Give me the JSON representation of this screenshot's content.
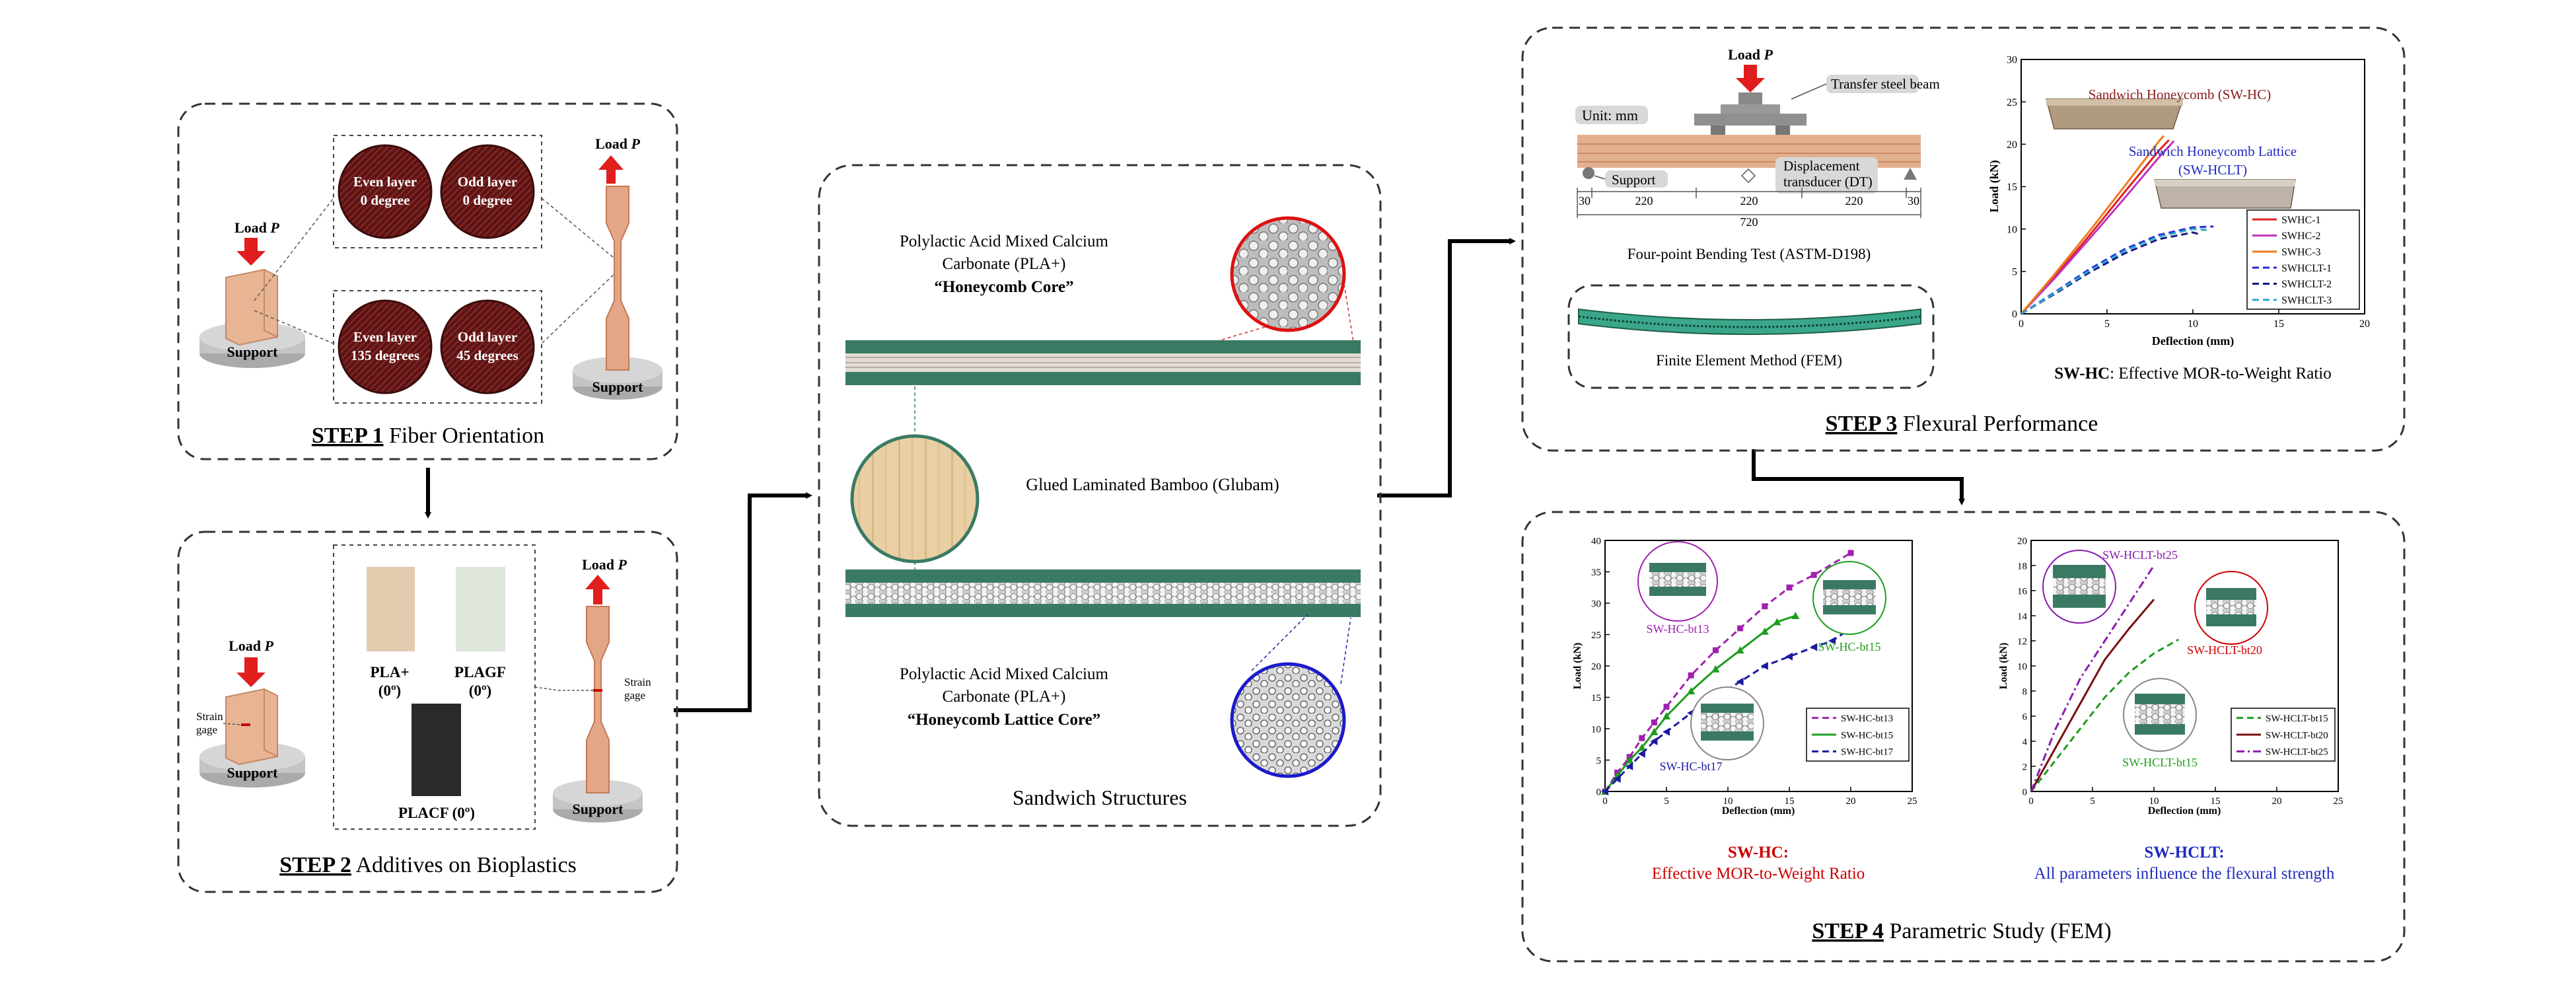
{
  "colors": {
    "panel_border": "#333333",
    "load_arrow": "#e01e1e",
    "wood": "#e3b08f",
    "wood_dark": "#c98a66",
    "support_gray": "#b9b9b9",
    "carbon": "#5c1414",
    "sandwich_green": "#3a7a63",
    "chart_red": "#cc0000",
    "chart_blue": "#1f2bbf",
    "chart_purple": "#8a1ab2",
    "chart_green": "#1e9c1e",
    "chart_darkred": "#7a0f0f",
    "hc_label_red": "#8b1a1a",
    "hclt_label_blue": "#1f2bbf"
  },
  "step1": {
    "title_bold": "STEP 1",
    "title_rest": "Fiber Orientation",
    "load_label": "Load",
    "load_symbol": "P",
    "support_label": "Support",
    "discs": [
      {
        "line1": "Even layer",
        "line2": "0 degree"
      },
      {
        "line1": "Odd layer",
        "line2": "0 degree"
      },
      {
        "line1": "Even layer",
        "line2": "135 degrees"
      },
      {
        "line1": "Odd layer",
        "line2": "45 degrees"
      }
    ]
  },
  "step2": {
    "title_bold": "STEP 2",
    "title_rest": "Additives on Bioplastics",
    "load_label": "Load",
    "load_symbol": "P",
    "support_label": "Support",
    "strain_gage_line1": "Strain",
    "strain_gage_line2": "gage",
    "materials": [
      {
        "name": "PLA+",
        "orientation": "(0º)"
      },
      {
        "name": "PLAGF",
        "orientation": "(0º)"
      },
      {
        "name": "PLACF (0º)",
        "orientation": ""
      }
    ]
  },
  "sandwich": {
    "hc_line1": "Polylactic Acid Mixed Calcium",
    "hc_line2": "Carbonate (PLA+)",
    "hc_core": "“Honeycomb Core”",
    "glubam": "Glued Laminated Bamboo (Glubam)",
    "hclt_line1": "Polylactic Acid Mixed Calcium",
    "hclt_line2": "Carbonate (PLA+)",
    "hclt_core": "“Honeycomb Lattice Core”",
    "title": "Sandwich Structures"
  },
  "step3": {
    "title_bold": "STEP 3",
    "title_rest": "Flexural Performance",
    "load_label": "Load",
    "load_symbol": "P",
    "unit": "Unit: mm",
    "transfer_beam": "Transfer steel beam",
    "support": "Support",
    "dt_line1": "Displacement",
    "dt_line2": "transducer (DT)",
    "dims": [
      "30",
      "220",
      "220",
      "220",
      "30"
    ],
    "total_span": "720",
    "bending_caption": "Four-point Bending Test (ASTM-D198)",
    "fem_caption": "Finite Element Method (FEM)",
    "chart_note_bold": "SW-HC",
    "chart_note_rest": ": Effective MOR-to-Weight Ratio",
    "hc_image_label": "Sandwich Honeycomb (SW-HC)",
    "hclt_image_label_line1": "Sandwich Honeycomb Lattice",
    "hclt_image_label_line2": "(SW-HCLT)"
  },
  "step4": {
    "title_bold": "STEP 4",
    "title_rest": "Parametric Study (FEM)",
    "left_title": "SW-HC:",
    "left_subtitle": "Effective MOR-to-Weight Ratio",
    "right_title": "SW-HCLT:",
    "right_subtitle": "All parameters influence the flexural strength",
    "left_callouts": [
      "SW-HC-bt13",
      "SW-HC-bt15",
      "SW-HC-bt17"
    ],
    "right_callouts": [
      "SW-HCLT-bt25",
      "SW-HCLT-bt20",
      "SW-HCLT-bt15"
    ]
  },
  "chart_data": [
    {
      "type": "line",
      "id": "step3-chart",
      "xlabel": "Deflection (mm)",
      "ylabel": "Load (kN)",
      "xlim": [
        0,
        20
      ],
      "ylim": [
        0,
        30
      ],
      "xticks": [
        0,
        5,
        10,
        15,
        20
      ],
      "yticks": [
        0,
        5,
        10,
        15,
        20,
        25,
        30
      ],
      "legend": "bottom-right",
      "series": [
        {
          "name": "SWHC-1",
          "color": "#dd2222",
          "dash": "solid",
          "points": [
            [
              0,
              0
            ],
            [
              2,
              4.5
            ],
            [
              4,
              9.3
            ],
            [
              6,
              14.3
            ],
            [
              8,
              19.2
            ],
            [
              8.6,
              20.5
            ]
          ]
        },
        {
          "name": "SWHC-2",
          "color": "#c133c1",
          "dash": "solid",
          "points": [
            [
              0,
              0
            ],
            [
              2,
              4.3
            ],
            [
              4,
              8.9
            ],
            [
              6,
              13.6
            ],
            [
              8,
              18.4
            ],
            [
              8.9,
              20.4
            ]
          ]
        },
        {
          "name": "SWHC-3",
          "color": "#f07a1a",
          "dash": "solid",
          "points": [
            [
              0,
              0
            ],
            [
              2,
              4.8
            ],
            [
              4,
              9.8
            ],
            [
              6,
              15.0
            ],
            [
              8,
              20.3
            ],
            [
              8.3,
              21.0
            ]
          ]
        },
        {
          "name": "SWHCLT-1",
          "color": "#2a2ad8",
          "dash": "dash",
          "points": [
            [
              0,
              0
            ],
            [
              2,
              2.6
            ],
            [
              4,
              5.3
            ],
            [
              6,
              7.6
            ],
            [
              8,
              9.3
            ],
            [
              10,
              10.2
            ],
            [
              11.2,
              10.3
            ]
          ]
        },
        {
          "name": "SWHCLT-2",
          "color": "#141480",
          "dash": "dash",
          "points": [
            [
              0,
              0
            ],
            [
              2,
              2.4
            ],
            [
              4,
              4.9
            ],
            [
              6,
              7.1
            ],
            [
              8,
              8.8
            ],
            [
              10,
              9.6
            ],
            [
              10.5,
              9.3
            ]
          ]
        },
        {
          "name": "SWHCLT-3",
          "color": "#2aa8c8",
          "dash": "dash",
          "points": [
            [
              0,
              0
            ],
            [
              2,
              2.5
            ],
            [
              4,
              5.1
            ],
            [
              6,
              7.4
            ],
            [
              8,
              9.1
            ],
            [
              10,
              10.0
            ],
            [
              10.8,
              9.9
            ]
          ]
        }
      ]
    },
    {
      "type": "line",
      "id": "step4-left-chart",
      "xlabel": "Deflection (mm)",
      "ylabel": "Load (kN)",
      "xlim": [
        0,
        25
      ],
      "ylim": [
        0,
        40
      ],
      "xticks": [
        0,
        5,
        10,
        15,
        20,
        25
      ],
      "yticks": [
        0,
        5,
        10,
        15,
        20,
        25,
        30,
        35,
        40
      ],
      "legend": "bottom-right",
      "series": [
        {
          "name": "SW-HC-bt13",
          "color": "#a020b0",
          "dash": "dash",
          "marker": "square",
          "points": [
            [
              0,
              0
            ],
            [
              1,
              3
            ],
            [
              2,
              5.5
            ],
            [
              3,
              8.5
            ],
            [
              4,
              11
            ],
            [
              5,
              13.5
            ],
            [
              7,
              18.5
            ],
            [
              9,
              22.5
            ],
            [
              11,
              26
            ],
            [
              13,
              29.5
            ],
            [
              15,
              32.5
            ],
            [
              17,
              34.5
            ],
            [
              20,
              38
            ]
          ]
        },
        {
          "name": "SW-HC-bt15",
          "color": "#1e9c1e",
          "dash": "solid",
          "marker": "triangle",
          "points": [
            [
              0,
              0
            ],
            [
              1,
              2.5
            ],
            [
              2,
              5
            ],
            [
              3,
              7
            ],
            [
              4,
              9.5
            ],
            [
              5,
              12
            ],
            [
              7,
              16
            ],
            [
              9,
              19.5
            ],
            [
              11,
              22.5
            ],
            [
              13,
              25.5
            ],
            [
              14,
              27
            ],
            [
              15.5,
              28
            ]
          ]
        },
        {
          "name": "SW-HC-bt17",
          "color": "#1a1aa0",
          "dash": "dash",
          "marker": "triangle-left",
          "points": [
            [
              0,
              0
            ],
            [
              1,
              2
            ],
            [
              2,
              4
            ],
            [
              3,
              6
            ],
            [
              4,
              8
            ],
            [
              5,
              9.5
            ],
            [
              7,
              12.5
            ],
            [
              9,
              15
            ],
            [
              11,
              17.5
            ],
            [
              13,
              20
            ],
            [
              15,
              21.5
            ],
            [
              17,
              23
            ],
            [
              18.5,
              24
            ],
            [
              20,
              26
            ]
          ]
        }
      ]
    },
    {
      "type": "line",
      "id": "step4-right-chart",
      "xlabel": "Deflection (mm)",
      "ylabel": "Load (kN)",
      "xlim": [
        0,
        25
      ],
      "ylim": [
        0,
        20
      ],
      "xticks": [
        0,
        5,
        10,
        15,
        20,
        25
      ],
      "yticks": [
        0,
        2,
        4,
        6,
        8,
        10,
        12,
        14,
        16,
        18,
        20
      ],
      "legend": "bottom-right",
      "series": [
        {
          "name": "SW-HCLT-bt15",
          "color": "#1e9c1e",
          "dash": "dash",
          "points": [
            [
              0,
              0
            ],
            [
              2,
              2.5
            ],
            [
              4,
              5
            ],
            [
              6,
              7.5
            ],
            [
              8,
              9.5
            ],
            [
              10,
              11
            ],
            [
              12,
              12.1
            ]
          ]
        },
        {
          "name": "SW-HCLT-bt20",
          "color": "#7a0f0f",
          "dash": "solid",
          "points": [
            [
              0,
              0
            ],
            [
              2,
              3.5
            ],
            [
              4,
              7
            ],
            [
              6,
              10.5
            ],
            [
              8,
              13
            ],
            [
              10,
              15.3
            ]
          ]
        },
        {
          "name": "SW-HCLT-bt25",
          "color": "#8a1ab2",
          "dash": "dashdot",
          "points": [
            [
              0,
              0
            ],
            [
              2,
              5
            ],
            [
              4,
              9
            ],
            [
              6,
              12
            ],
            [
              8,
              15
            ],
            [
              10,
              18
            ]
          ]
        }
      ]
    }
  ]
}
